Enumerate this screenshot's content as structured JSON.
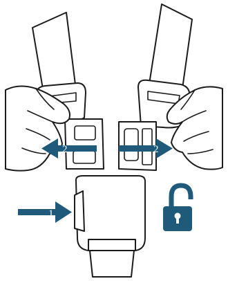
{
  "colors": {
    "arrow": "#1f5a7a",
    "lock": "#1f5a7a",
    "outline": "#1b1b1b"
  },
  "labels": {
    "step_push": "1",
    "step_pull_left": "2",
    "step_pull_right": "2"
  },
  "icons": {
    "unlock": "unlocked-padlock-icon"
  }
}
